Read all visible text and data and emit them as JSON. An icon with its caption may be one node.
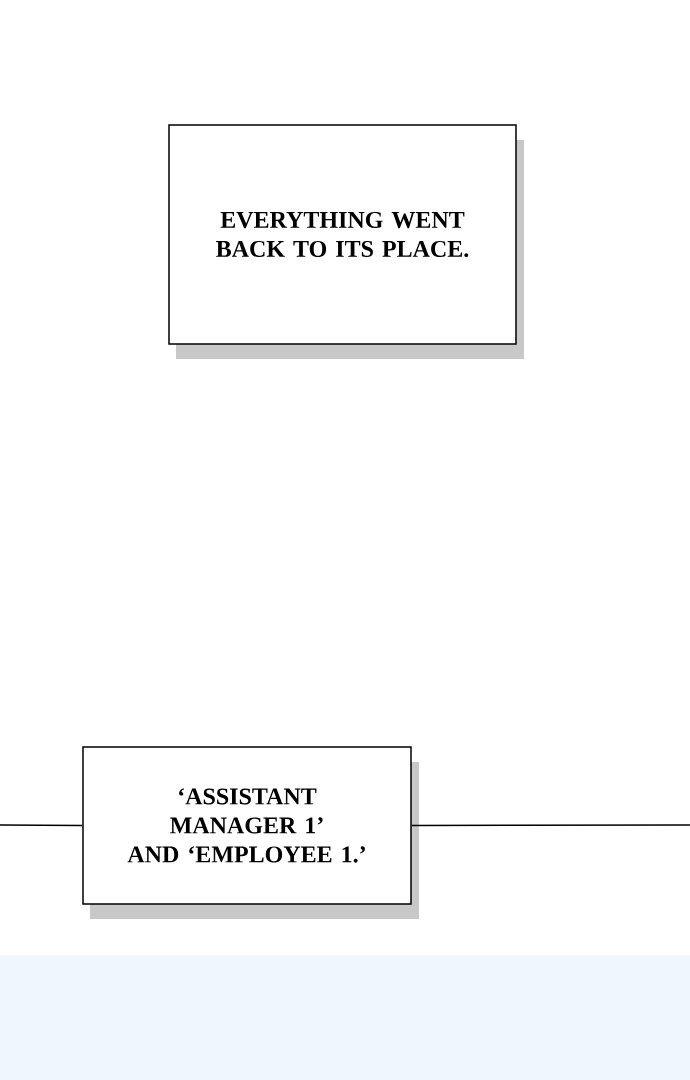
{
  "diagram": {
    "nodes": [
      {
        "text": [
          "EVERYTHING WENT BACK TO ITS PLACE."
        ]
      },
      {
        "text": [
          "‘ASSISTANT MANAGER 1’ AND ‘EMPLOYEE 1.’"
        ]
      }
    ],
    "edges": [
      {
        "from": null,
        "to": 1,
        "arrow": "none"
      },
      {
        "from": 1,
        "to": null,
        "arrow": "none"
      }
    ]
  }
}
